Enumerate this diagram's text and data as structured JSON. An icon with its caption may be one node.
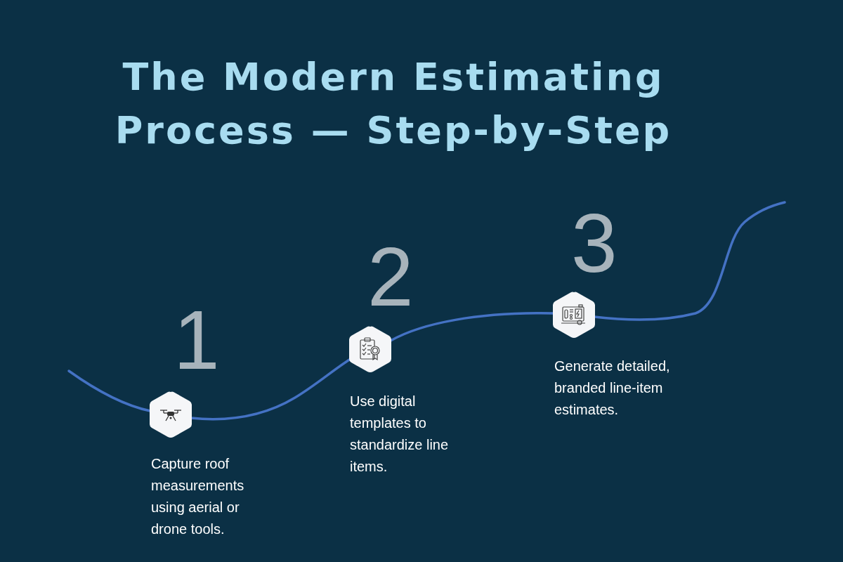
{
  "diagram": {
    "title": "The Modern Estimating Process — Step-by-Step",
    "nodes": [
      {
        "text": [],
        "shape": "hexagon",
        "beside": [
          "1",
          "Capture roof measurements using aerial or drone tools."
        ]
      },
      {
        "text": [],
        "shape": "hexagon",
        "beside": [
          "2",
          "Use digital templates to standardize line items."
        ]
      },
      {
        "text": [],
        "shape": "hexagon",
        "beside": [
          "3",
          "Generate detailed, branded line-item estimates."
        ]
      }
    ],
    "edges": [
      {
        "from": null,
        "to": 0,
        "arrow": "none"
      },
      {
        "from": 0,
        "to": 1,
        "arrow": "none"
      },
      {
        "from": 1,
        "to": 2,
        "arrow": "none"
      },
      {
        "from": 2,
        "to": null,
        "arrow": "none"
      }
    ]
  }
}
